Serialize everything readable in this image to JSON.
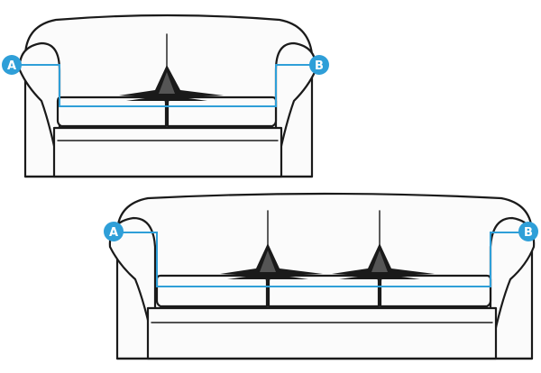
{
  "colors": {
    "measure": "#2f9fd8",
    "badge": "#2f9fd8",
    "outline": "#1a1a1a",
    "upholstery": "#fbfbfb"
  },
  "labels": {
    "start": "A",
    "end": "B"
  },
  "sofas": [
    {
      "id": "two-seater",
      "cushions": 2
    },
    {
      "id": "three-seater",
      "cushions": 3
    }
  ]
}
